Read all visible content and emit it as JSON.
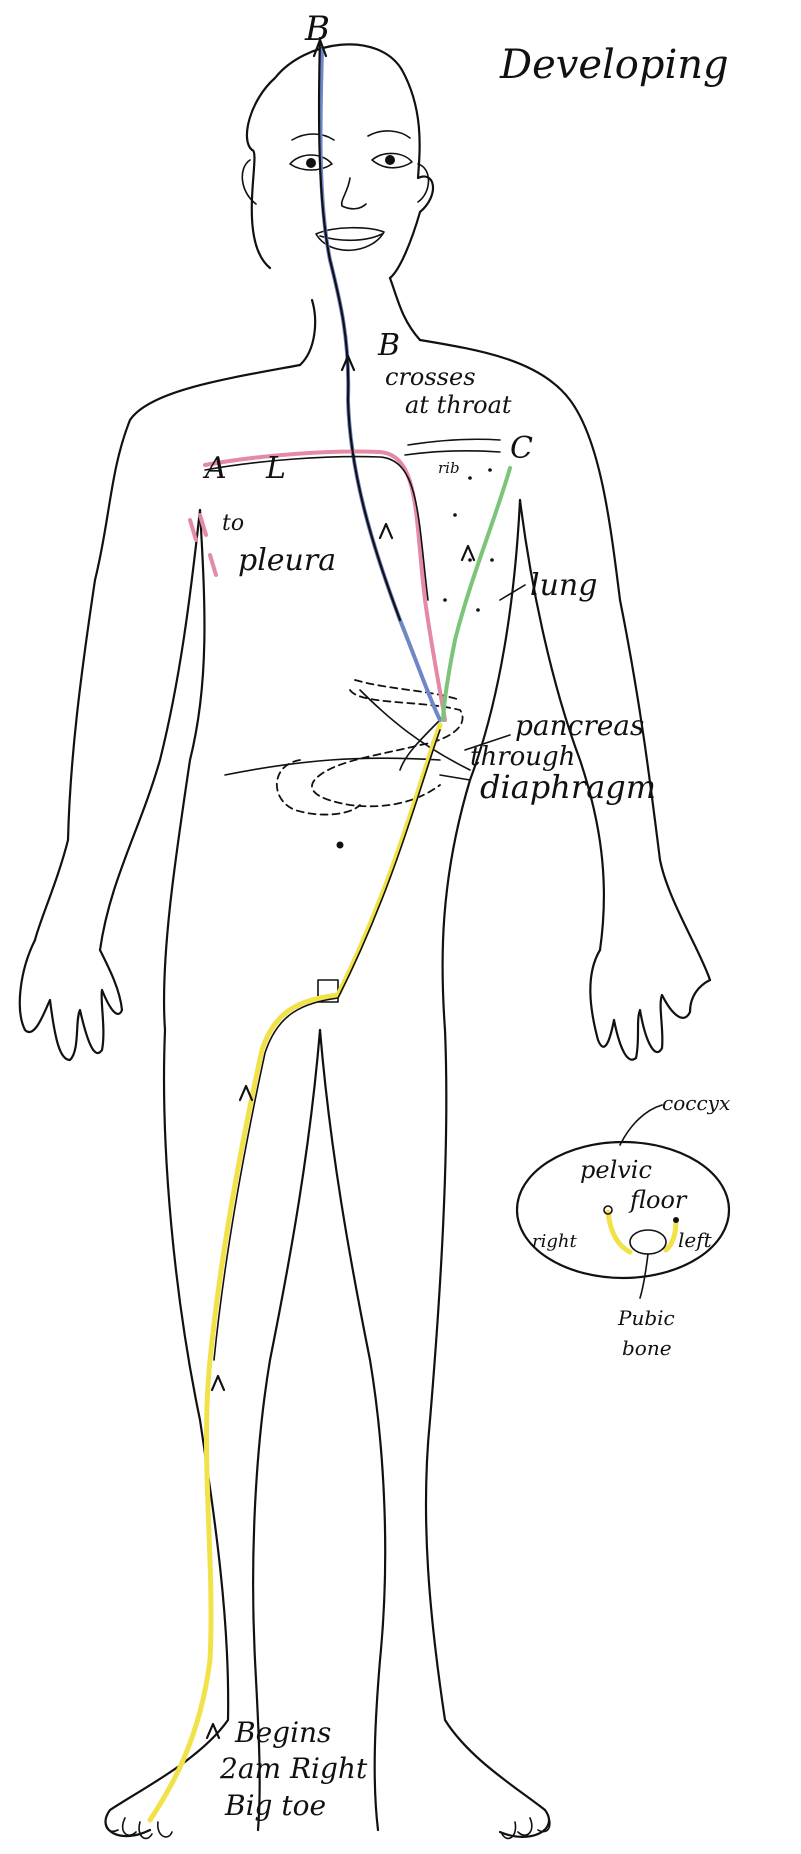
{
  "title": "Developing",
  "labels": {
    "point_b_top": "B",
    "point_b_neck": "B",
    "crosses": "crosses",
    "at_throat": "at throat",
    "point_a": "A",
    "point_l": "L",
    "rib": "rib",
    "point_c": "C",
    "to": "to",
    "pleura": "pleura",
    "lung": "lung",
    "pancreas": "pancreas",
    "through": "through",
    "diaphragm": "diaphragm",
    "begins_line1": "Begins",
    "begins_line2": "2am Right",
    "begins_line3": "Big toe"
  },
  "inset": {
    "coccyx": "coccyx",
    "pelvic": "pelvic",
    "floor": "floor",
    "right": "right",
    "left": "left",
    "pubic": "Pubic",
    "bone": "bone"
  },
  "colors": {
    "ink": "#111111",
    "blue_path": "#6f86c8",
    "pink_path": "#e58aa4",
    "green_path": "#7cc47a",
    "yellow_path": "#f2e24a"
  }
}
